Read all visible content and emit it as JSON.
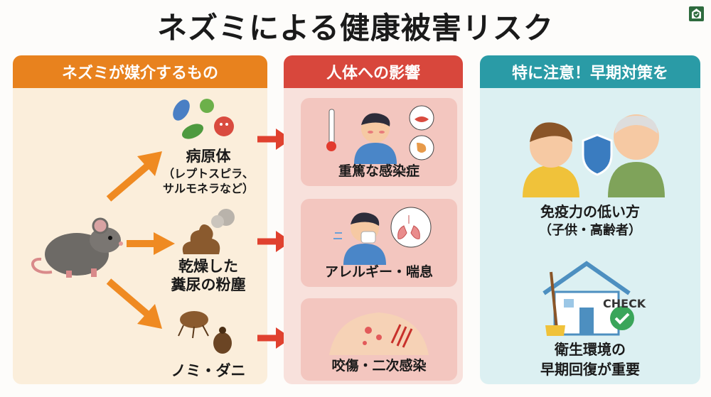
{
  "title": "ネズミによる健康被害リスク",
  "logo_icon": "shield-house-icon",
  "columns": [
    {
      "header": "ネズミが媒介するもの",
      "color": "#e8821e",
      "items": [
        {
          "label": "病原体",
          "sub1": "（レプトスピラ、",
          "sub2": "サルモネラなど）",
          "icon": "germs-icon"
        },
        {
          "label1": "乾燥した",
          "label2": "糞尿の粉塵",
          "icon": "droppings-dust-icon"
        },
        {
          "label": "ノミ・ダニ",
          "icon": "flea-tick-icon"
        }
      ]
    },
    {
      "header": "人体への影響",
      "color": "#d8473c",
      "items": [
        {
          "label": "重篤な感染症",
          "icon": "sick-person-icon"
        },
        {
          "label": "アレルギー・喘息",
          "icon": "sneezing-person-icon"
        },
        {
          "label": "咬傷・二次感染",
          "icon": "bite-wound-icon"
        }
      ]
    },
    {
      "header": "特に注意！早期対策を",
      "color": "#2a9ba6",
      "items": [
        {
          "label1": "免疫力の低い方",
          "label2": "（子供・高齢者）",
          "icon": "child-elderly-shield-icon"
        },
        {
          "label1": "衛生環境の",
          "label2": "早期回復が重要",
          "check": "CHECK",
          "icon": "house-check-icon"
        }
      ]
    }
  ]
}
